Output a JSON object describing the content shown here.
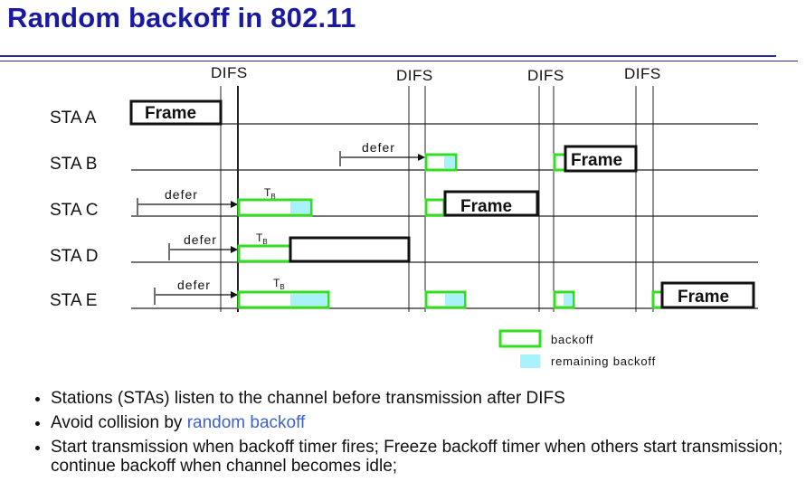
{
  "title": "Random backoff in 802.11",
  "colors": {
    "title": "#1a1aa0",
    "backoff_border": "#33dd22",
    "remaining_fill": "#aaf2fb",
    "link": "#3d63c9"
  },
  "diagram": {
    "difs_labels": [
      "DIFS",
      "DIFS",
      "DIFS",
      "DIFS"
    ],
    "stations": [
      "STA A",
      "STA B",
      "STA C",
      "STA D",
      "STA E"
    ],
    "defer_label": "defer",
    "frame_label": "Frame",
    "tb_label": "T",
    "tb_sub": "B",
    "legend": {
      "backoff": "backoff",
      "remaining": "remaining backoff"
    }
  },
  "bullets": {
    "b1": "Stations (STAs) listen to the channel before transmission after DIFS",
    "b2_pre": "Avoid collision by ",
    "b2_link": "random backoff",
    "b3": "Start transmission when backoff timer fires; Freeze backoff timer when others start transmission; continue backoff when channel becomes idle;"
  }
}
